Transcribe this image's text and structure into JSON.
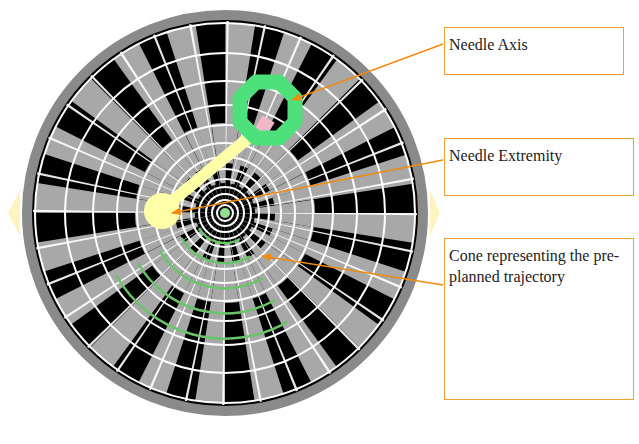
{
  "diagram": {
    "nodes": [
      {
        "text": [
          "Needle Axis"
        ]
      },
      {
        "text": [
          "Needle Extremity"
        ]
      },
      {
        "text": [
          "Cone representing the pre-planned trajectory"
        ]
      }
    ]
  }
}
